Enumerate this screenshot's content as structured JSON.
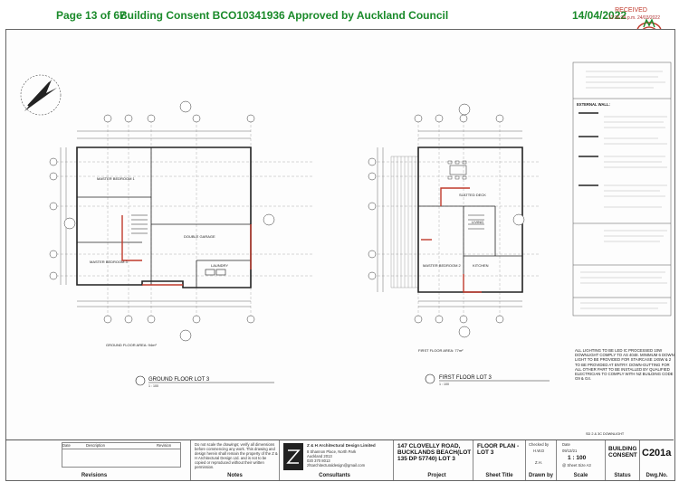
{
  "header": {
    "page_label": "Page 13 of 67",
    "consent_text": "Building Consent BCO10341936 Approved by Auckland Council",
    "date": "14/04/2022",
    "received_label": "RECEIVED",
    "received_detail": "12:36:34 p.m. 24/03/2022",
    "logo_icon": "auckland-council-logo"
  },
  "plans": {
    "ground": {
      "title": "GROUND FLOOR LOT 3",
      "scale": "1 : 100",
      "area_note": "GROUND FLOOR AREA: 94m²"
    },
    "first": {
      "title": "FIRST FLOOR LOT 3",
      "scale": "1 : 100",
      "area_note": "FIRST FLOOR AREA: 77m²"
    }
  },
  "room_labels": {
    "master_bedroom_1": "MASTER BEDROOM 1",
    "double_garage": "DOUBLE GARAGE",
    "laundry": "LAUNDRY",
    "master_bedroom_3": "MASTER BEDROOM 3",
    "slatted_deck": "SLATTED DECK",
    "living": "LIVING",
    "master_bedroom_2": "MASTER BEDROOM 2",
    "kitchen": "KITCHEN"
  },
  "side_notes": {
    "external_wall": "EXTERNAL WALL:",
    "legend_sd": "SD   2 & 3C DOWNLIGHT"
  },
  "lighting_notes": "ALL LIGHTING TO BE LED IC PROCESSED 10W DOWNLIGHT COMPLY TO AS 4048. MINIMUM 6 DOWN LIGHT TO BE PROVIDED FOR STAIRCASE 1X5W & 2 TO BE PROVIDED AT ENTRY. DOWN-GUTTING FOR ALL OTHER PART TO BE INSTALLED BY QUALIFIED ELECTRICIAN TO COMPLY WITH NZ BUILDING CODE G9 & G4.",
  "title_block": {
    "revisions_caption": "Revisions",
    "revision_headers": [
      "Date",
      "Description",
      "Revision"
    ],
    "notes_text": "Do not scale the drawings; verify all dimensions before commencing any work. This drawing and design herein shall remain the property of the Z & H Architectural Design Ltd. and is not to be copied or reproduced without their written permission.",
    "notes_caption": "Notes",
    "company_name": "Z & H Architectural Design Limited",
    "company_address": "8 Shannon Place, North Park\nAuckland 2013\n020 370 8013\nzhtarchitecturaldesign@gmail.com",
    "consultants_caption": "Consultants",
    "project_text": "147 CLOVELLY ROAD, BUCKLANDS BEACH(LOT 135 DP 57740) LOT 3",
    "project_caption": "Project",
    "sheet_title": "FLOOR PLAN - LOT 3",
    "sheet_title_caption": "Sheet Title",
    "checked_by_label": "Checked by",
    "checked_by_value": "H.W.D",
    "drawn_by_value": "Z.H.",
    "drawn_by_caption": "Drawn by",
    "date_label": "Date",
    "date_value": "09/13/21",
    "scale_value": "1 : 100",
    "scale_sub": "@ Sheet Size A3",
    "scale_caption": "Scale",
    "status_value": "BUILDING CONSENT",
    "status_caption": "Status",
    "drawing_no": "C201a",
    "drawing_no_caption": "Dwg.No."
  }
}
